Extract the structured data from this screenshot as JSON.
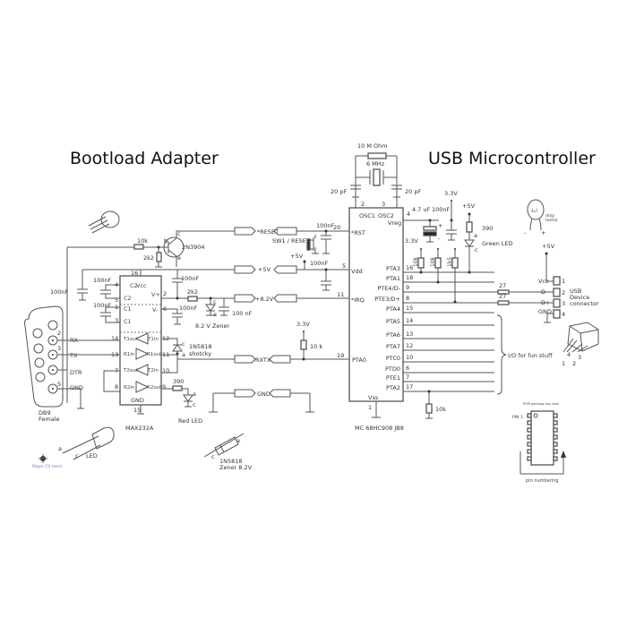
{
  "titles": {
    "left": "Bootload Adapter",
    "right": "USB Microcontroller"
  },
  "oscillator": {
    "resistor": "10 M Ohm",
    "crystal": "6 MHz",
    "cap_left": "20 pF",
    "cap_right": "20 pF",
    "pin_osc1": "2",
    "pin_osc2": "3"
  },
  "transistor": {
    "part": "2N3904",
    "base_resistor": "10k",
    "pulldown_resistor": "2k2",
    "b": "b",
    "c": "c",
    "e": "e"
  },
  "connectors": [
    {
      "label": "*RESET"
    },
    {
      "label": "+5V"
    },
    {
      "label": "+8.2V"
    },
    {
      "label": "RXTX"
    },
    {
      "label": "GND"
    }
  ],
  "max232": {
    "name": "MAX232A",
    "pins": {
      "c2p": "4",
      "c2n": "5",
      "c1p": "1",
      "c1n": "3",
      "vcc": "16",
      "vplus": "2",
      "vminus": "6",
      "t1out": "14",
      "r1in": "13",
      "t2out": "7",
      "r2in": "8",
      "t1in": "12",
      "r1out": "11",
      "t2in": "10",
      "r2out": "9",
      "gnd": "15"
    },
    "labels": {
      "c2p": "C2",
      "c2n": "C2",
      "c1p": "C1",
      "c1n": "C1",
      "vcc": "Vcc",
      "vplus": "V+",
      "vminus": "V-",
      "t1out": "T1out",
      "r1in": "R1in",
      "t2out": "T2out",
      "r2in": "R2in",
      "t1in": "T1in",
      "r1out": "R1out",
      "t2in": "T2in",
      "r2out": "R2out",
      "gnd": "GND"
    },
    "caps": {
      "c2": "100nF",
      "c1": "100nF",
      "vplus": "100nF",
      "vminus": "100nF",
      "left": "100nF"
    }
  },
  "zener": {
    "resistor": "2k2",
    "label": "8.2 V Zener",
    "cap": "100 nF",
    "c": "c",
    "a": "a"
  },
  "schottky": {
    "label": "1N5818",
    "sublabel": "shotcky",
    "c": "c",
    "a": "a"
  },
  "red_led": {
    "resistor": "390",
    "label": "Red LED",
    "a": "a",
    "c": "c"
  },
  "db9": {
    "name": "DB9",
    "sub": "Female",
    "pins": [
      {
        "num": "2",
        "label": "RX"
      },
      {
        "num": "3",
        "label": "TX"
      },
      {
        "num": "",
        "label": "DTR"
      },
      {
        "num": "5",
        "label": "GND"
      }
    ]
  },
  "reset": {
    "switch": "SW1 / RESET",
    "plus5v": "+5V",
    "cap_rst": "100nF",
    "cap_vdd": "100nF"
  },
  "mcu": {
    "name": "MC 68HC908 JB8",
    "left_pins": [
      {
        "num": "20",
        "label": "*RST"
      },
      {
        "num": "5",
        "label": "Vdd"
      },
      {
        "num": "11",
        "label": "*IRQ"
      },
      {
        "num": "19",
        "label": "PTA0"
      }
    ],
    "top": {
      "osc1": "OSC1",
      "osc2": "OSC2",
      "vreg": "Vreg",
      "vreg_pin": "4"
    },
    "right_pins": [
      {
        "num": "16",
        "label": "PTA3"
      },
      {
        "num": "18",
        "label": "PTA1"
      },
      {
        "num": "9",
        "label": "PTE4/D-"
      },
      {
        "num": "8",
        "label": "PTE3/D+"
      },
      {
        "num": "15",
        "label": "PTA4"
      },
      {
        "num": "14",
        "label": "PTA5"
      },
      {
        "num": "13",
        "label": "PTA6"
      },
      {
        "num": "12",
        "label": "PTA7"
      },
      {
        "num": "10",
        "label": "PTC0"
      },
      {
        "num": "6",
        "label": "PTD0"
      },
      {
        "num": "7",
        "label": "PTE1"
      },
      {
        "num": "17",
        "label": "PTA2"
      }
    ],
    "vss": "Vss",
    "vss_pin": "1"
  },
  "pullups": {
    "supply": "3.3V",
    "r1": "10k",
    "r2": "10k",
    "r3": "1k5",
    "rxtx_pullup": "10 k",
    "rxtx_supply": "3.3V",
    "pta2_pulldown": "10k"
  },
  "vreg_section": {
    "supply": "3.3V",
    "cap_elec": "4.7 uF",
    "cap": "100nF",
    "plus5v": "+5V",
    "resistor": "390",
    "led": "Green LED",
    "a": "a",
    "c": "c",
    "plus": "+",
    "minus": "-"
  },
  "tantalum": {
    "value": "4u7",
    "label1": "drop",
    "label2": "tantal",
    "minus": "-",
    "plus": "+"
  },
  "usb": {
    "supply": "+5V",
    "series_r1": "27",
    "series_r2": "27",
    "pins": [
      {
        "num": "1",
        "label": "Vcc"
      },
      {
        "num": "2",
        "label": "D-"
      },
      {
        "num": "3",
        "label": "D+"
      },
      {
        "num": "4",
        "label": "GND"
      }
    ],
    "title1": "USB",
    "title2": "Device",
    "title3": "connector",
    "plug_pins": [
      "1",
      "4",
      "2",
      "3"
    ]
  },
  "io_label": "I/O for fun stuff",
  "led_part": {
    "a": "a",
    "c": "c",
    "label": "LED"
  },
  "zener_part": {
    "a": "a",
    "c": "c",
    "label1": "1N5818",
    "label2": "Zener 8.2V"
  },
  "pinout": {
    "title": "PDIP package top view",
    "pin1": "PIN 1",
    "caption": "pin numbering"
  },
  "logo": {
    "text": "Peper CS (een)"
  }
}
